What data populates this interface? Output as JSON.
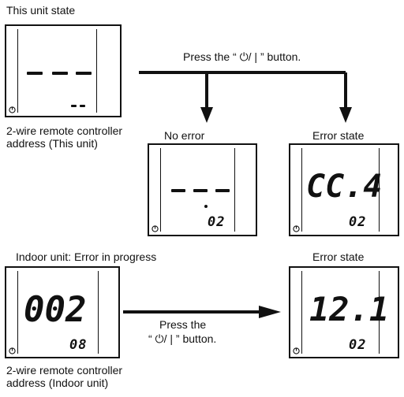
{
  "labels": {
    "this_unit_state": "This unit state",
    "press_button_top": "Press the “ ⏻/ | ” button.",
    "no_error": "No error",
    "error_state_top": "Error state",
    "address_this_unit": "2-wire remote controller address (This unit)",
    "indoor_error": "Indoor unit: Error in progress",
    "error_state_bottom": "Error state",
    "press_the": "Press the",
    "button_line": "“ ⏻/ | ” button.",
    "address_indoor_unit": "2-wire remote controller address (Indoor unit)"
  },
  "displays": {
    "this_unit": {
      "main": "- - -",
      "sub": "- -"
    },
    "no_error": {
      "main": "- - -",
      "sub": "02"
    },
    "error_top": {
      "main": "CC.4",
      "sub": "02"
    },
    "indoor": {
      "main": "002",
      "sub": "08"
    },
    "error_bottom": {
      "main": "12.1",
      "sub": "02"
    }
  },
  "icons": [
    "power-button-icon",
    "remote-indicator-icon",
    "arrow-icon"
  ]
}
